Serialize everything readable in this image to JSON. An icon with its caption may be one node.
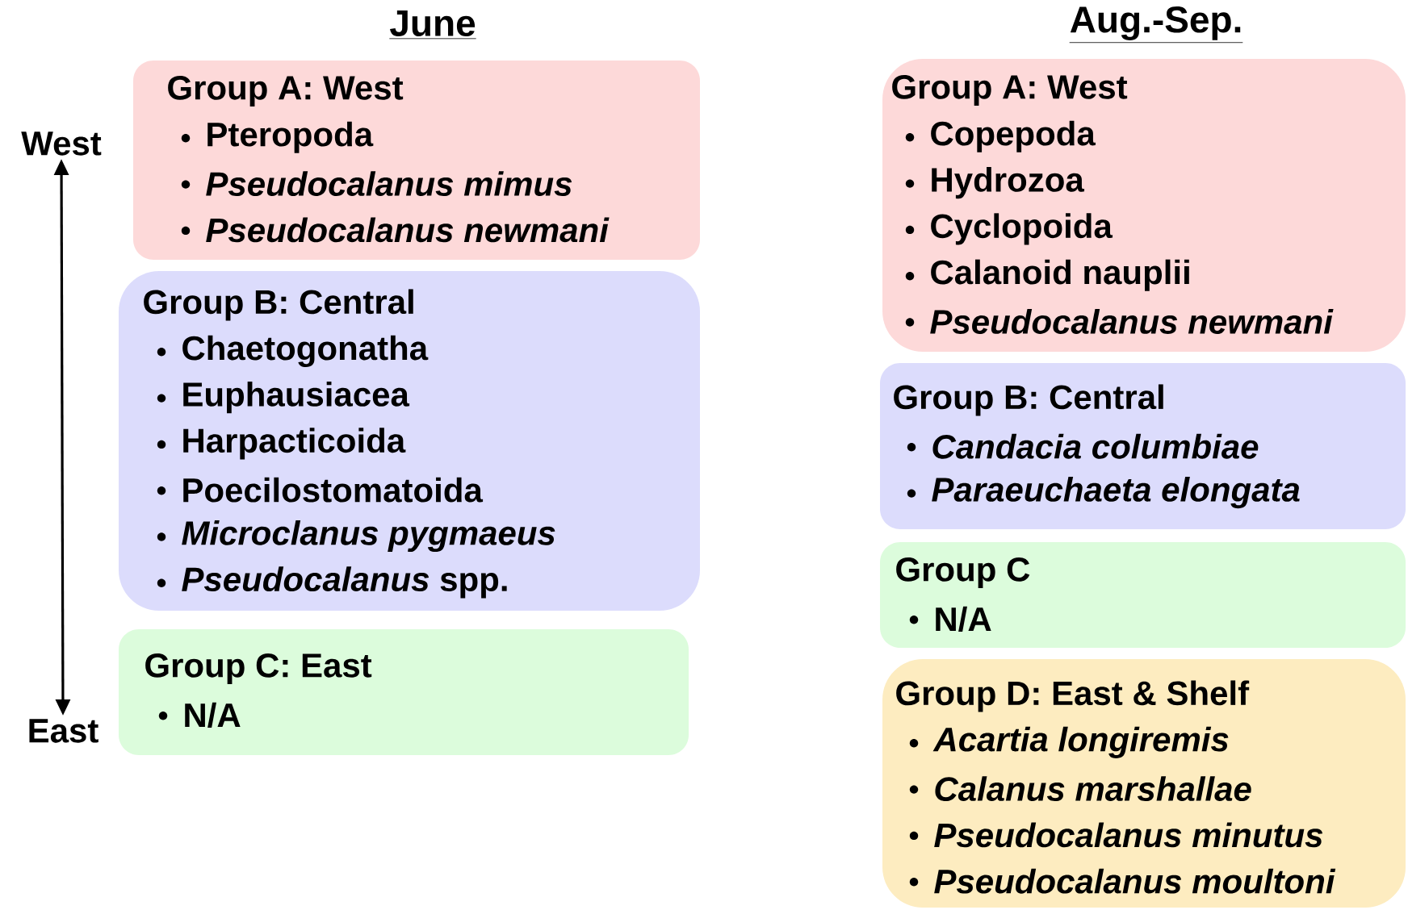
{
  "diagram": {
    "nodes": [
      {
        "text": [
          "West"
        ]
      },
      {
        "text": [
          "East"
        ]
      },
      {
        "text": [
          "Group A: West",
          "Pteropoda",
          "*Pseudocalanus mimus*",
          "*Pseudocalanus newmani*"
        ]
      },
      {
        "text": [
          "Group B: Central",
          "Chaetogonatha",
          "Euphausiacea",
          "Harpacticoida",
          "Poecilostomatoida",
          "*Microclanus pygmaeus*",
          "*Pseudocalanus* spp."
        ]
      },
      {
        "text": [
          "Group C: East",
          "N/A"
        ]
      },
      {
        "text": [
          "Group A: West",
          "Copepoda",
          "Hydrozoa",
          "Cyclopoida",
          "Calanoid nauplii",
          "*Pseudocalanus newmani*"
        ]
      },
      {
        "text": [
          "Group B: Central",
          "*Candacia columbiae*",
          "*Paraeuchaeta elongata*"
        ]
      },
      {
        "text": [
          "Group C",
          "N/A"
        ]
      },
      {
        "text": [
          "Group D: East & Shelf",
          "*Acartia longiremis*",
          "*Calanus marshallae*",
          "*Pseudocalanus minutus*",
          "*Pseudocalanus moultoni*"
        ]
      }
    ],
    "edges": [
      {
        "from": 0,
        "to": 1,
        "arrow": "both"
      }
    ],
    "labels": [
      "June",
      "Aug.-Sep."
    ]
  }
}
